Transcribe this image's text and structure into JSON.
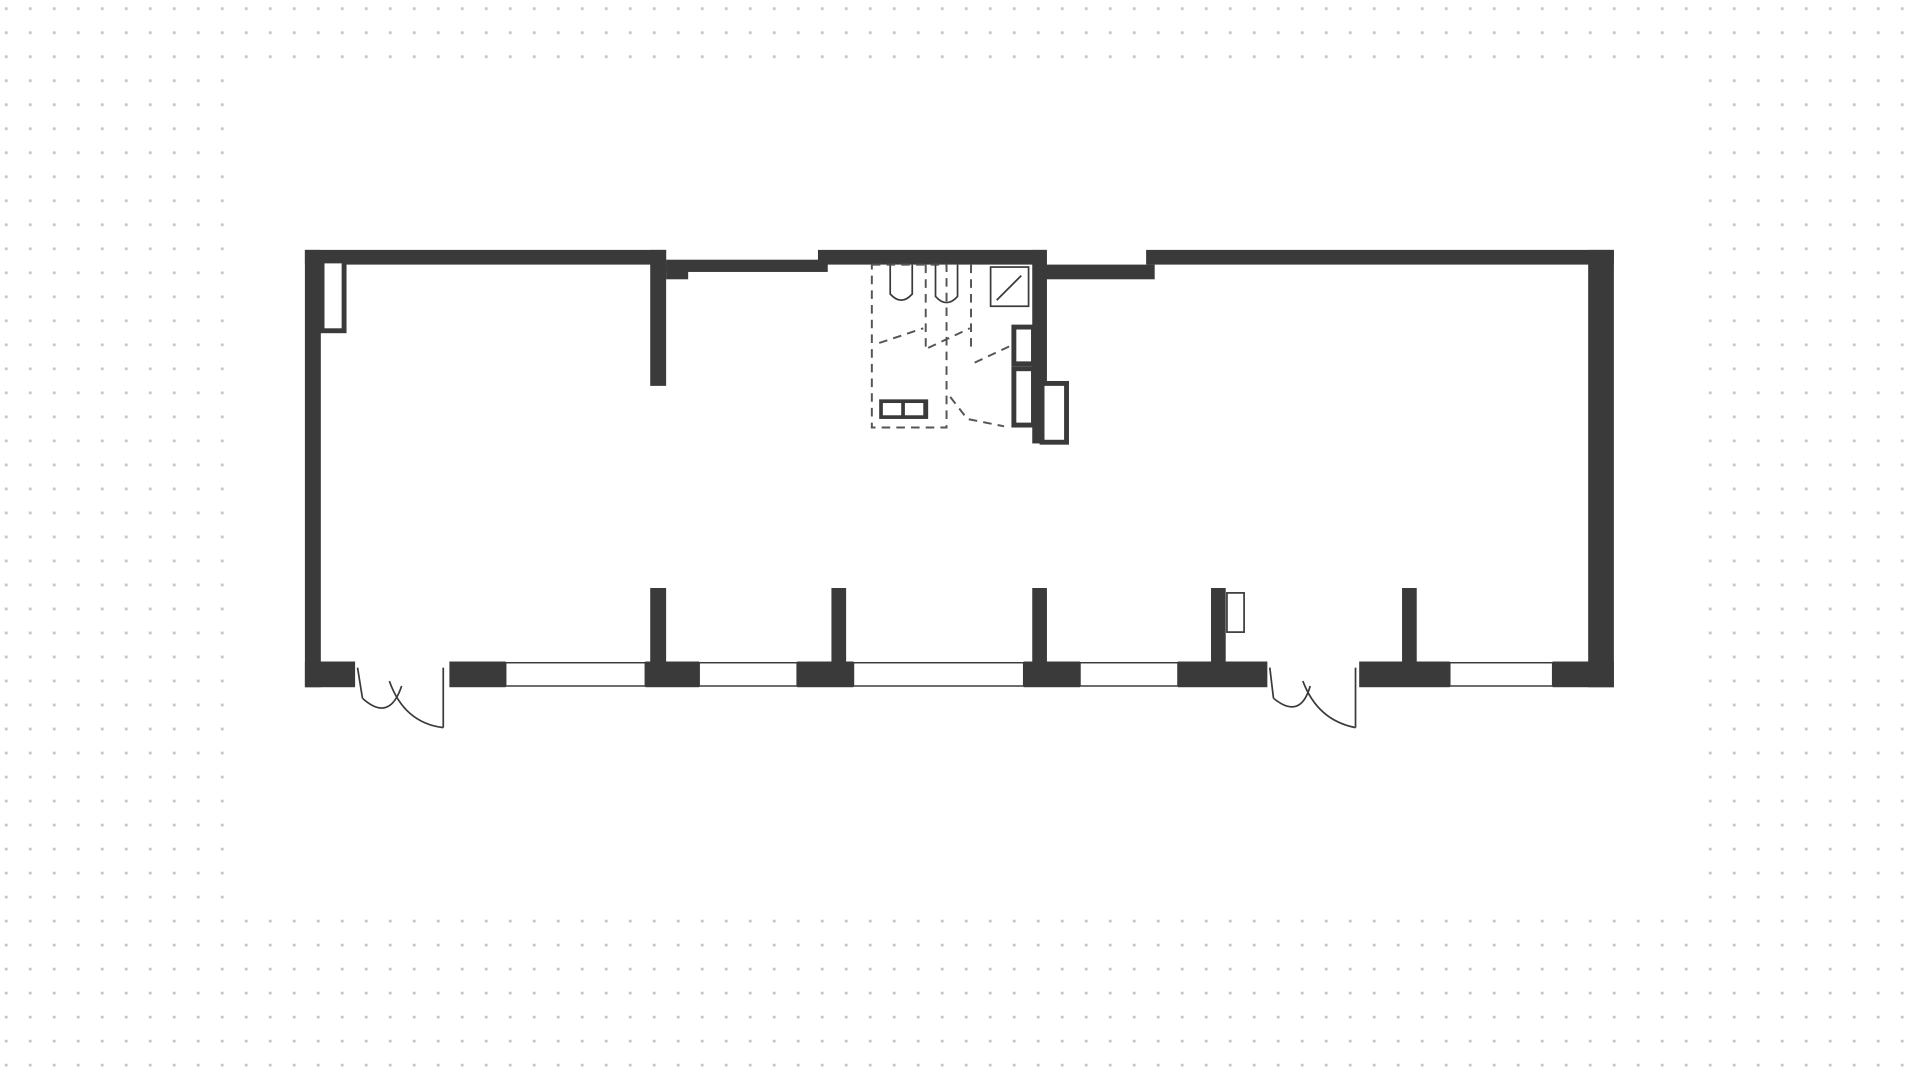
{
  "colors": {
    "background": "#ffffff",
    "wall": "#3a3a3a",
    "grid_dot": "#c4c4c4"
  },
  "plan": {
    "rooms": [
      "main-hall-left",
      "bathroom",
      "main-hall-right"
    ],
    "entrance_doors": 2,
    "windows": 5,
    "toilets": 2,
    "sinks": 2,
    "shower": 1
  }
}
